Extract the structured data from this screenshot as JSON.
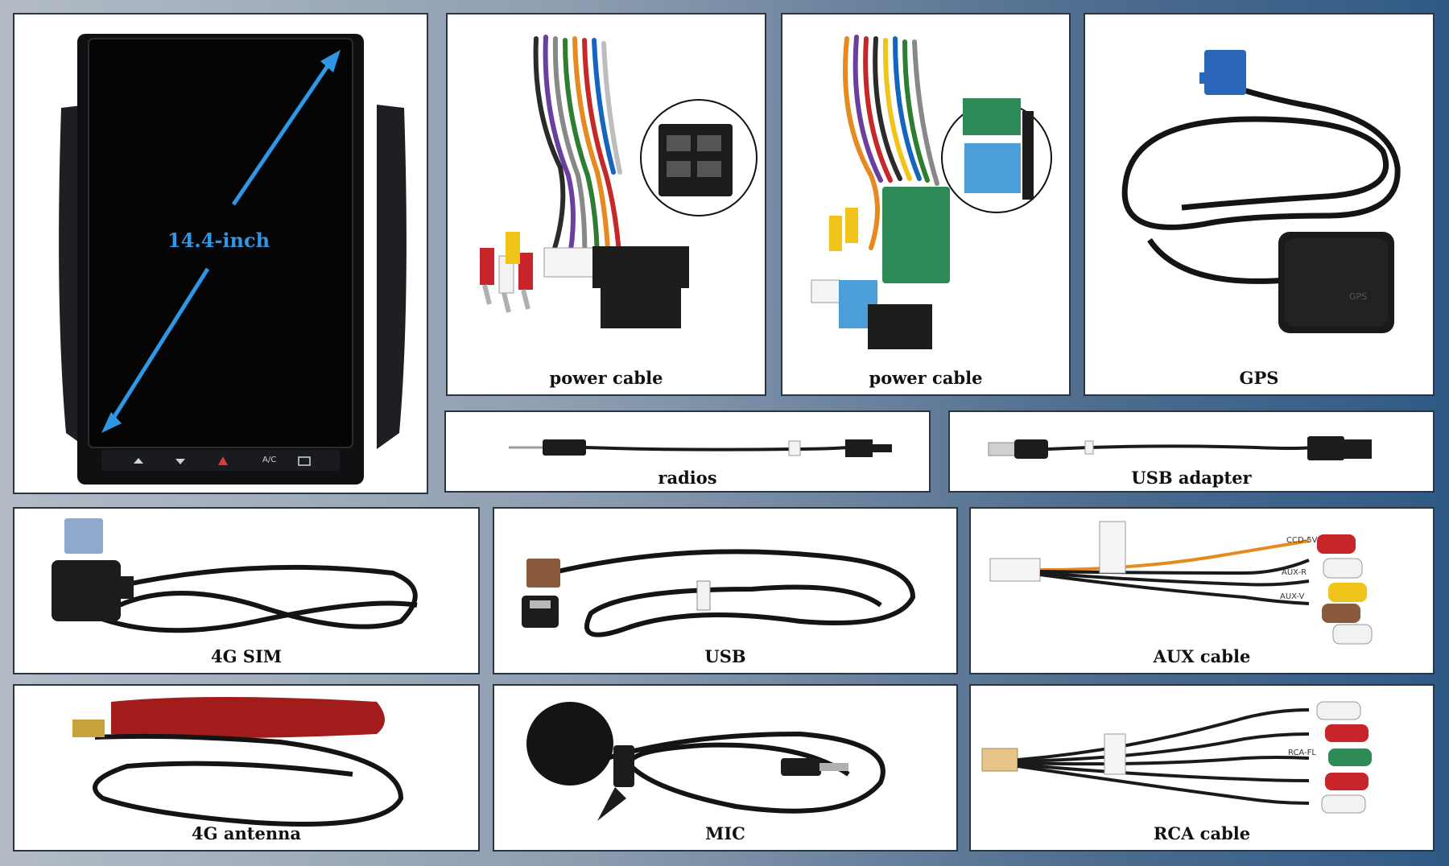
{
  "panels": {
    "head_unit": {
      "screen_size": "14.4-inch",
      "buttons": [
        "A/C"
      ]
    },
    "power_cable_1": {
      "label": "power cable"
    },
    "power_cable_2": {
      "label": "power cable"
    },
    "gps": {
      "label": "GPS",
      "module_text": "GPS"
    },
    "radios": {
      "label": "radios"
    },
    "usb_adapter": {
      "label": "USB adapter"
    },
    "sim_4g": {
      "label": "4G SIM"
    },
    "usb": {
      "label": "USB"
    },
    "aux_cable": {
      "label": "AUX cable",
      "tags": [
        "CCD-5V",
        "AUX-R",
        "AUX-V"
      ]
    },
    "antenna_4g": {
      "label": "4G antenna"
    },
    "mic": {
      "label": "MIC"
    },
    "rca_cable": {
      "label": "RCA cable",
      "tags": [
        "RCA-FL"
      ]
    }
  },
  "colors": {
    "frame": "#2a3544",
    "accent_arrow": "#2f97e6",
    "rca_red": "#c8252b",
    "rca_white": "#f2f2f2",
    "rca_yellow": "#f0c419",
    "connector_green": "#2e8b57",
    "connector_blue": "#4a9fd8",
    "gps_blue": "#2a67b8",
    "antenna_red": "#a21c1c"
  }
}
